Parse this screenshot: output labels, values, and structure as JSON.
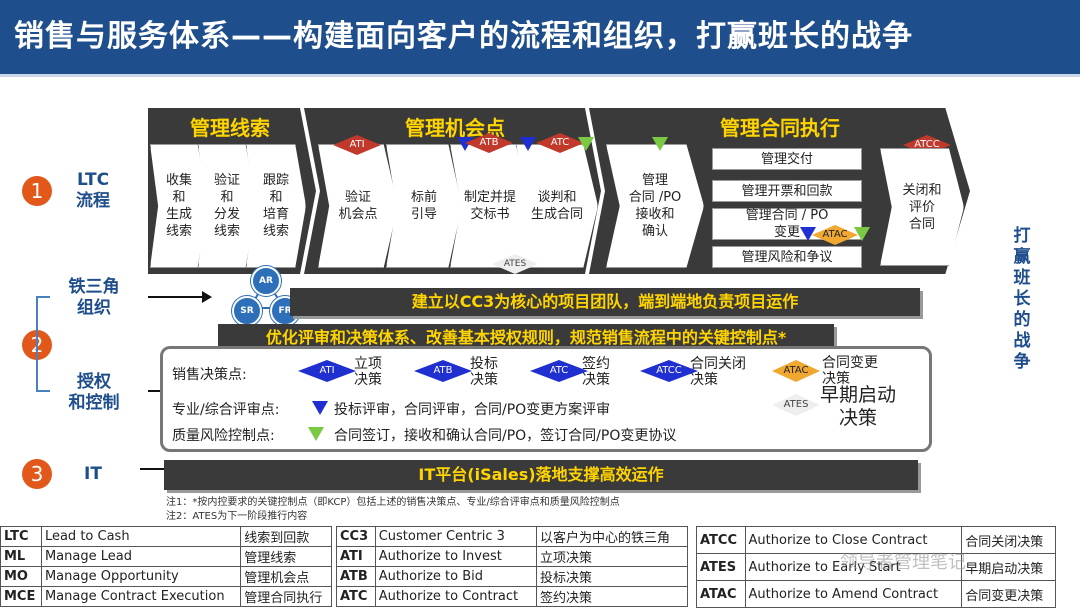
{
  "header": {
    "title": "销售与服务体系——构建面向客户的流程和组织，打赢班长的战争"
  },
  "ltc": {
    "section1": {
      "title": "管理线索",
      "steps": [
        {
          "label": "收集\n和\n生成\n线索"
        },
        {
          "label": "验证\n和\n分发\n线索"
        },
        {
          "label": "跟踪\n和\n培育\n线索"
        }
      ]
    },
    "section2": {
      "title": "管理机会点",
      "steps": [
        {
          "label": "验证\n机会点"
        },
        {
          "label": "标前\n引导"
        },
        {
          "label": "制定并提\n交标书"
        },
        {
          "label": "谈判和\n生成合同"
        }
      ],
      "markers": {
        "ati": "ATI",
        "atb": "ATB",
        "atc": "ATC",
        "ates": "ATES"
      }
    },
    "section3": {
      "title": "管理合同执行",
      "first_step": "管理\n合同 /PO\n接收和\n确认",
      "sub_items": [
        "管理交付",
        "管理开票和回款",
        "管理合同 / PO\n变更",
        "管理风险和争议"
      ],
      "atcc": "ATCC",
      "atac": "ATAC",
      "last_step": "关闭和\n评价\n合同"
    }
  },
  "left_labels": {
    "row1": {
      "num": "1",
      "label": "LTC\n流程"
    },
    "row2_top": "铁三角\n组织",
    "row2": {
      "num": "2"
    },
    "row2_bottom": "授权\n和控制",
    "row3": {
      "num": "3",
      "label": "IT"
    }
  },
  "triangle": {
    "ar": "AR",
    "sr": "SR",
    "fr": "FR"
  },
  "bars": {
    "team": "建立以CC3为核心的项目团队，端到端地负责项目运作",
    "optimize": "优化评审和决策体系、改善基本授权规则，规范销售流程中的关键控制点*",
    "it": "IT平台(iSales)落地支撑高效运作"
  },
  "decision_panel": {
    "label_decision": "销售决策点:",
    "decisions": [
      {
        "code": "ATI",
        "text": "立项\n决策"
      },
      {
        "code": "ATB",
        "text": "投标\n决策"
      },
      {
        "code": "ATC",
        "text": "签约\n决策"
      },
      {
        "code": "ATCC",
        "text": "合同关闭\n决策"
      }
    ],
    "atac_code": "ATAC",
    "atac_text": "合同变更\n决策",
    "ates_code": "ATES",
    "ates_text": "早期启动\n决策",
    "label_review": "专业/综合评审点:",
    "review_text": "投标评审，合同评审，合同/PO变更方案评审",
    "label_quality": "质量风险控制点:",
    "quality_text": "合同签订，接收和确认合同/PO，签订合同/PO变更协议"
  },
  "notes": [
    "注1：*按内控要求的关键控制点（即KCP）包括上述的销售决策点、专业/综合评审点和质量风险控制点",
    "注2：ATES为下一阶段推行内容"
  ],
  "right_vertical": "打\n赢\n班\n长\n的\n战\n争",
  "tables": {
    "t1": [
      [
        "LTC",
        "Lead to Cash",
        "线索到回款"
      ],
      [
        "ML",
        "Manage Lead",
        "管理线索"
      ],
      [
        "MO",
        "Manage Opportunity",
        "管理机会点"
      ],
      [
        "MCE",
        "Manage Contract Execution",
        "管理合同执行"
      ]
    ],
    "t2": [
      [
        "CC3",
        "Customer Centric 3",
        "以客户为中心的铁三角"
      ],
      [
        "ATI",
        "Authorize to Invest",
        "立项决策"
      ],
      [
        "ATB",
        "Authorize to Bid",
        "投标决策"
      ],
      [
        "ATC",
        "Authorize to Contract",
        "签约决策"
      ]
    ],
    "t3": [
      [
        "ATCC",
        "Authorize to Close Contract",
        "合同关闭决策"
      ],
      [
        "ATES",
        "Authorize to Early Start",
        "早期启动决策"
      ],
      [
        "ATAC",
        "Authorize to Amend Contract",
        "合同变更决策"
      ]
    ]
  },
  "watermark": "领导者管理笔记",
  "colors": {
    "header_bg": "#1f4e8c",
    "band_bg": "#3a3a3a",
    "accent_yellow": "#ffd400",
    "circle_orange": "#e2581b"
  }
}
